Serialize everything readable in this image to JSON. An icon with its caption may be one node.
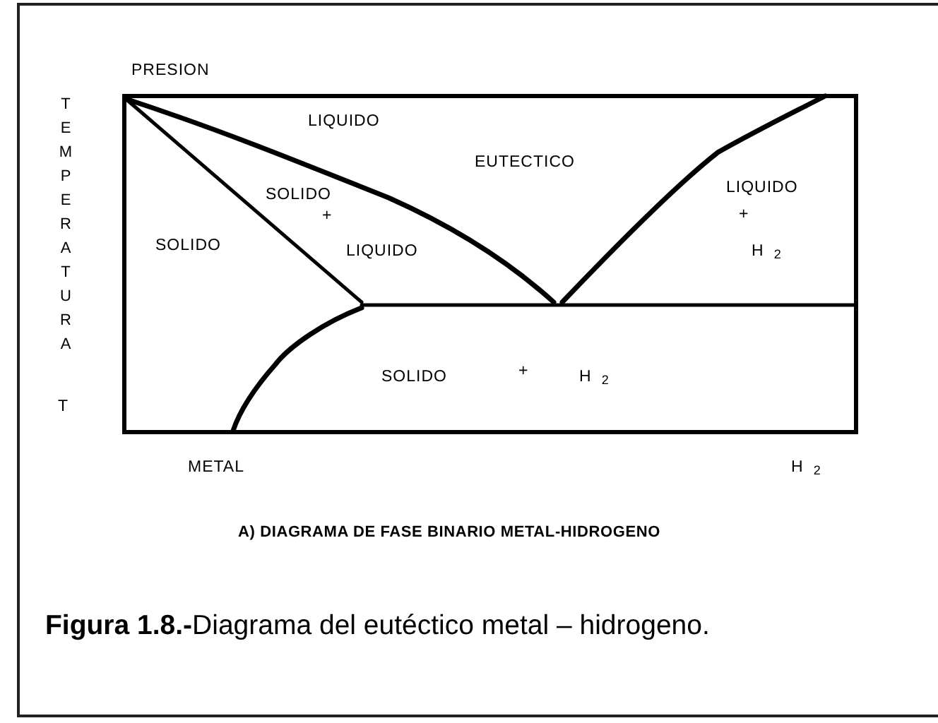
{
  "diagram": {
    "caption": "**Figura 1.8.-**Diagrama del eutéctico metal – hidrogeno.",
    "labels": [
      "PRESION",
      "TEMPERATURA",
      "T",
      "LIQUIDO",
      "EUTECTICO",
      "SOLIDO",
      "+",
      "LIQUIDO",
      "LIQUIDO",
      "+",
      "H$_{2}$",
      "SOLIDO",
      "SOLIDO",
      "+",
      "H$_{2}$",
      "METAL",
      "H$_{2}$",
      "A) DIAGRAMA DE FASE BINARIO METAL-HIDROGENO"
    ]
  }
}
